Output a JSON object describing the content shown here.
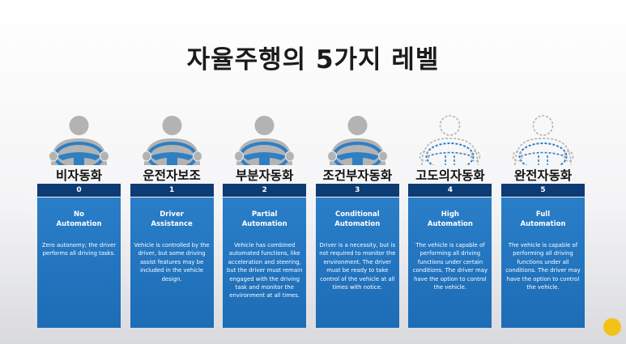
{
  "title": "자율주행의 5가지 레벨",
  "colors": {
    "header_bar": "#0d3b73",
    "card": "#1f70b8",
    "figure_gray": "#b3b3b3",
    "wheel_blue": "#2f7fc4"
  },
  "levels": [
    {
      "name": "비자동화",
      "number": "0",
      "title": "No\nAutomation",
      "desc": "Zero autonomy; the driver performs all driving tasks.",
      "figure": "solid"
    },
    {
      "name": "운전자보조",
      "number": "1",
      "title": "Driver\nAssistance",
      "desc": "Vehicle is controlled by the driver, but some driving assist features may be included in the vehicle design.",
      "figure": "solid"
    },
    {
      "name": "부분자동화",
      "number": "2",
      "title": "Partial\nAutomation",
      "desc": "Vehicle has combined automated functions, like acceleration and steering, but the driver must remain engaged with the driving task and monitor the environment at all times.",
      "figure": "solid"
    },
    {
      "name": "조건부자동화",
      "number": "3",
      "title": "Conditional\nAutomation",
      "desc": "Driver is a necessity, but is not required to monitor the environment. The driver must be ready to take control of the vehicle at all times with notice.",
      "figure": "solid"
    },
    {
      "name": "고도의자동화",
      "number": "4",
      "title": "High\nAutomation",
      "desc": "The vehicle is capable of performing all driving functions under certain conditions. The driver may have the option to control the vehicle.",
      "figure": "dashed"
    },
    {
      "name": "완전자동화",
      "number": "5",
      "title": "Full\nAutomation",
      "desc": "The vehicle is capable of performing all driving functions under all conditions. The driver may have the option to control the vehicle.",
      "figure": "dashed"
    }
  ]
}
